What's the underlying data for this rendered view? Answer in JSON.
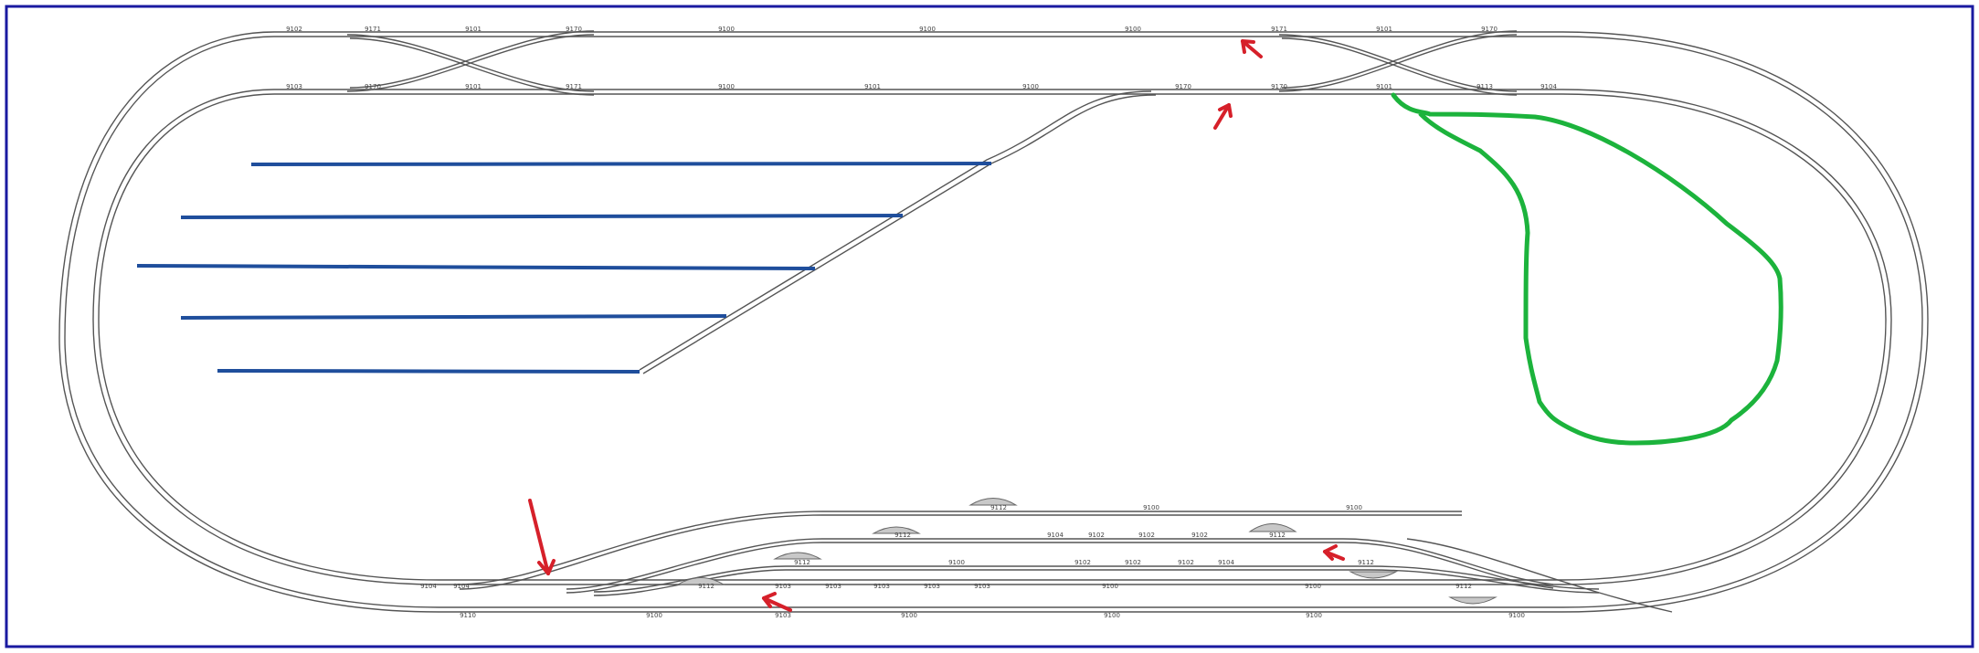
{
  "frame": {
    "border_color": "#1a1aa0"
  },
  "colors": {
    "track": "#555555",
    "blue_siding": "#1f4e9c",
    "green_loop": "#1cb33c",
    "red_arrow": "#d6202a",
    "platform": "#c8c8c8"
  },
  "labels": {
    "outer_top": [
      "9102",
      "9171",
      "9101",
      "9170",
      "9100",
      "9100",
      "9100",
      "9171",
      "9101",
      "9170"
    ],
    "inner_top": [
      "9103",
      "9170",
      "9101",
      "9171",
      "9100",
      "9101",
      "9100",
      "9170",
      "9170",
      "9101",
      "9113",
      "9104"
    ],
    "siding_top": [
      "9112",
      "9100",
      "9100"
    ],
    "yard_row1": [
      "9112",
      "9104",
      "9102",
      "9102",
      "9102",
      "9112"
    ],
    "yard_row2": [
      "9112",
      "9100",
      "9102",
      "9102",
      "9102",
      "9104",
      "9112"
    ],
    "yard_row3": [
      "9104",
      "9104",
      "9112",
      "9103",
      "9103",
      "9103",
      "9103",
      "9103",
      "9100",
      "9100",
      "9112"
    ],
    "yard_row4": [
      "9110",
      "9100",
      "9103",
      "9100",
      "9100",
      "9100",
      "9100"
    ]
  },
  "annotations": {
    "blue_sidings": 5,
    "red_arrows": 5,
    "green_loop": "reversing-loop"
  }
}
